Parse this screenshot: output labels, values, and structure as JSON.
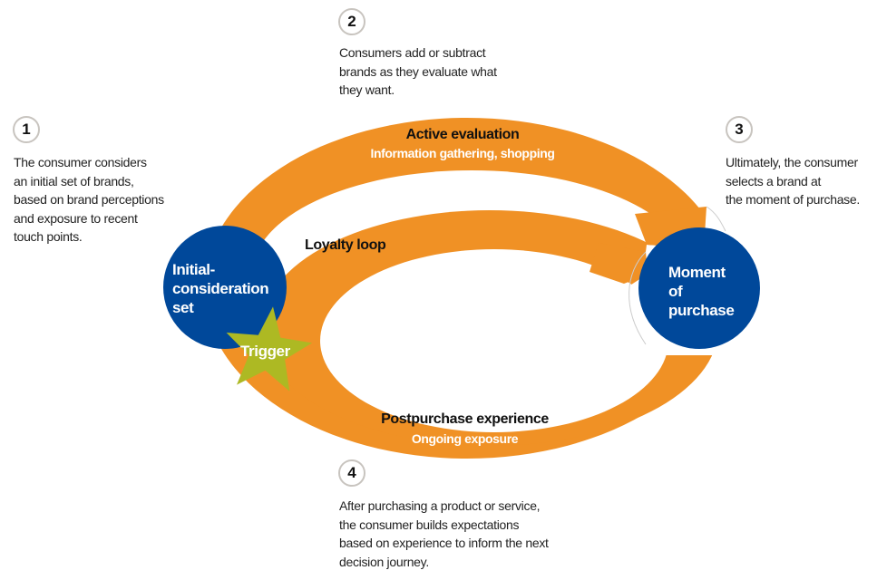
{
  "colors": {
    "orange": "#F09125",
    "blue": "#00489A",
    "star": "#ADB923",
    "badge_border": "#C8C4BF"
  },
  "steps": [
    {
      "number": "1",
      "text": [
        "The consumer considers",
        "an initial set of brands,",
        "based on brand perceptions",
        "and exposure to recent",
        "touch points."
      ]
    },
    {
      "number": "2",
      "text": [
        "Consumers add or subtract",
        "brands as they evaluate what",
        "they want."
      ]
    },
    {
      "number": "3",
      "text": [
        "Ultimately, the consumer",
        "selects a brand at",
        "the moment of purchase."
      ]
    },
    {
      "number": "4",
      "text": [
        "After purchasing a product or service,",
        "the consumer builds expectations",
        "based on experience to inform the next",
        "decision journey."
      ]
    }
  ],
  "phases": {
    "active_title": "Active evaluation",
    "active_sub": "Information gathering, shopping",
    "loyalty": "Loyalty loop",
    "post_title": "Postpurchase experience",
    "post_sub": "Ongoing exposure"
  },
  "nodes": {
    "initial": [
      "Initial-",
      "consideration",
      "set"
    ],
    "moment": [
      "Moment",
      "of",
      "purchase"
    ],
    "trigger": "Trigger"
  }
}
